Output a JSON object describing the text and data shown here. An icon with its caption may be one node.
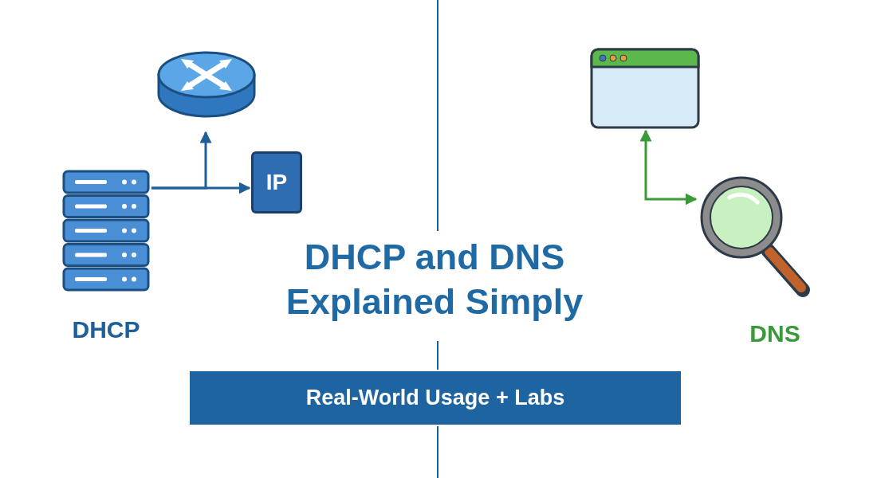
{
  "diagram": {
    "title": "DHCP and DNS Explained Simply",
    "nodes": [
      {
        "text": [],
        "shape": "picture"
      },
      {
        "text": [],
        "shape": "picture",
        "beside": [
          "DHCP"
        ]
      },
      {
        "text": [
          "IP"
        ]
      },
      {
        "text": [],
        "shape": "picture"
      },
      {
        "text": [],
        "shape": "picture",
        "beside": [
          "DNS"
        ]
      },
      {
        "text": [
          "Real-World Usage + Labs"
        ]
      }
    ],
    "edges": [
      {
        "from": 1,
        "to": 0,
        "arrow": "to"
      },
      {
        "from": 1,
        "to": 2,
        "arrow": "to"
      },
      {
        "from": 3,
        "to": 4,
        "arrow": "both",
        "color": "#3a9a3a"
      }
    ]
  }
}
